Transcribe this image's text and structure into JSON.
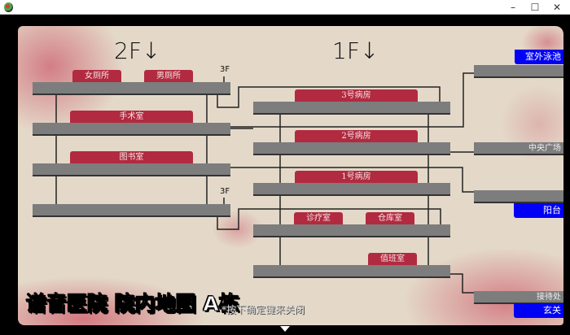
{
  "window": {
    "minimize": "–",
    "maximize": "☐",
    "close": "✕"
  },
  "floors": {
    "f2": "2F↓",
    "f1": "1F↓",
    "f3_upper": "3F",
    "f3_lower": "3F"
  },
  "rooms2f": {
    "womens_toilet": "女厕所",
    "mens_toilet": "男厕所",
    "surgery": "手术室",
    "library": "图书室"
  },
  "rooms1f": {
    "ward3": "3号病房",
    "ward2": "2号病房",
    "ward1": "1号病房",
    "clinic": "诊疗室",
    "storage": "仓库室",
    "duty": "值班室"
  },
  "outside": {
    "pool": "室外泳池",
    "plaza": "中央广场",
    "balcony": "阳台",
    "reception": "接待处",
    "entrance": "玄关"
  },
  "map_title": "谱音医院 院内地图 A栋",
  "hint": "*按下确定键来关闭",
  "colors": {
    "room_label": "#b22a40",
    "exit_label": "#0000f5",
    "corridor": "#7d7d7d",
    "paper": "#e4d9c9"
  }
}
